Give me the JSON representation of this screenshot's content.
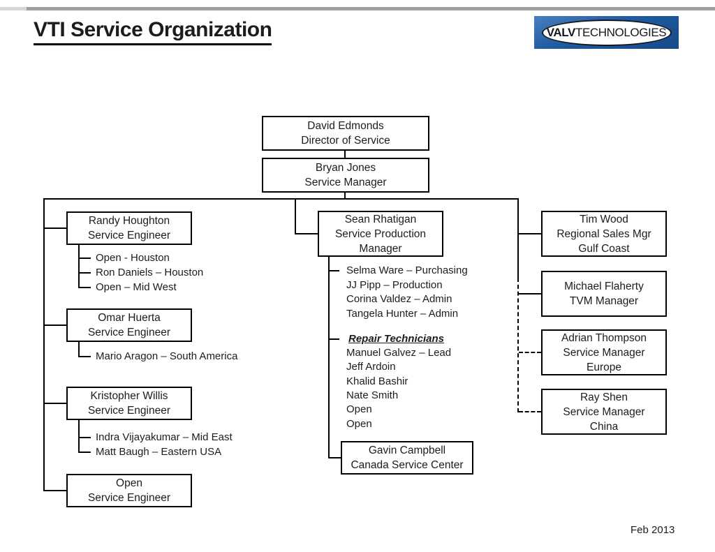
{
  "page": {
    "title": "VTI Service Organization",
    "date": "Feb 2013"
  },
  "logo": {
    "brand_bold": "VALV",
    "brand_rest": "TECHNOLOGIES",
    "bg_color": "#1e5a9e"
  },
  "chart": {
    "director": {
      "name": "David Edmonds",
      "title": "Director of Service"
    },
    "manager": {
      "name": "Bryan Jones",
      "title": "Service Manager"
    },
    "engineers": [
      {
        "name": "Randy Houghton",
        "title": "Service Engineer",
        "reports": [
          "Open - Houston",
          "Ron Daniels – Houston",
          "Open – Mid West"
        ]
      },
      {
        "name": "Omar Huerta",
        "title": "Service Engineer",
        "reports": [
          "Mario Aragon – South America"
        ]
      },
      {
        "name": "Kristopher Willis",
        "title": "Service Engineer",
        "reports": [
          "Indra Vijayakumar – Mid East",
          "Matt Baugh – Eastern USA"
        ]
      },
      {
        "name": "Open",
        "title": "Service Engineer",
        "reports": []
      }
    ],
    "production": {
      "name": "Sean Rhatigan",
      "title_line1": "Service Production",
      "title_line2": "Manager",
      "staff": [
        "Selma Ware – Purchasing",
        "JJ Pipp – Production",
        "Corina Valdez – Admin",
        "Tangela Hunter – Admin"
      ],
      "group_heading": "Repair Technicians",
      "technicians": [
        "Manuel Galvez – Lead",
        "Jeff Ardoin",
        "Khalid Bashir",
        "Nate Smith",
        "Open",
        "Open"
      ]
    },
    "canada": {
      "name": "Gavin Campbell",
      "title": "Canada Service Center"
    },
    "right": [
      {
        "name": "Tim Wood",
        "title_line1": "Regional Sales Mgr",
        "title_line2": "Gulf Coast",
        "dashed": false
      },
      {
        "name": "Michael Flaherty",
        "title_line1": "TVM Manager",
        "title_line2": "",
        "dashed": false
      },
      {
        "name": "Adrian Thompson",
        "title_line1": "Service Manager",
        "title_line2": "Europe",
        "dashed": true
      },
      {
        "name": "Ray Shen",
        "title_line1": "Service Manager",
        "title_line2": "China",
        "dashed": true
      }
    ]
  }
}
